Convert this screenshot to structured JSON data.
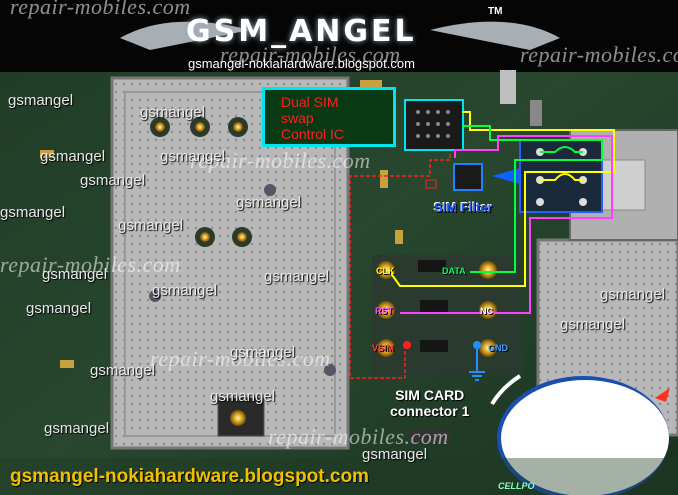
{
  "header": {
    "logo_text": "GSM_ANGEL",
    "trademark": "TM",
    "url_top": "gsmangel-nokiahardware.blogspot.com"
  },
  "footer": {
    "url_bottom": "gsmangel-nokiahardware.blogspot.com",
    "corner_text": "CELLPO"
  },
  "watermarks": {
    "small": "gsmangel",
    "large": "repair-mobiles.com"
  },
  "labels": {
    "ic_label_line1": "Dual SIM",
    "ic_label_line2": "swap",
    "ic_label_line3": "Control IC",
    "sim_filter": "SIM Filter",
    "connector_line1": "SIM CARD",
    "connector_line2": "connector 1"
  },
  "pins": {
    "clk": "CLK",
    "data": "DATA",
    "rst": "RST",
    "nc": "NC",
    "vsim": "VSIM",
    "gnd": "GND"
  },
  "colors": {
    "ic_border": "#00e5f0",
    "ic_text": "#ff2020",
    "clk_line": "#ffff00",
    "data_line": "#00ff40",
    "rst_line": "#ff40ff",
    "vsim_line": "#ff2020",
    "gnd_line": "#1e90ff",
    "sim_filter": "#2060ff"
  }
}
